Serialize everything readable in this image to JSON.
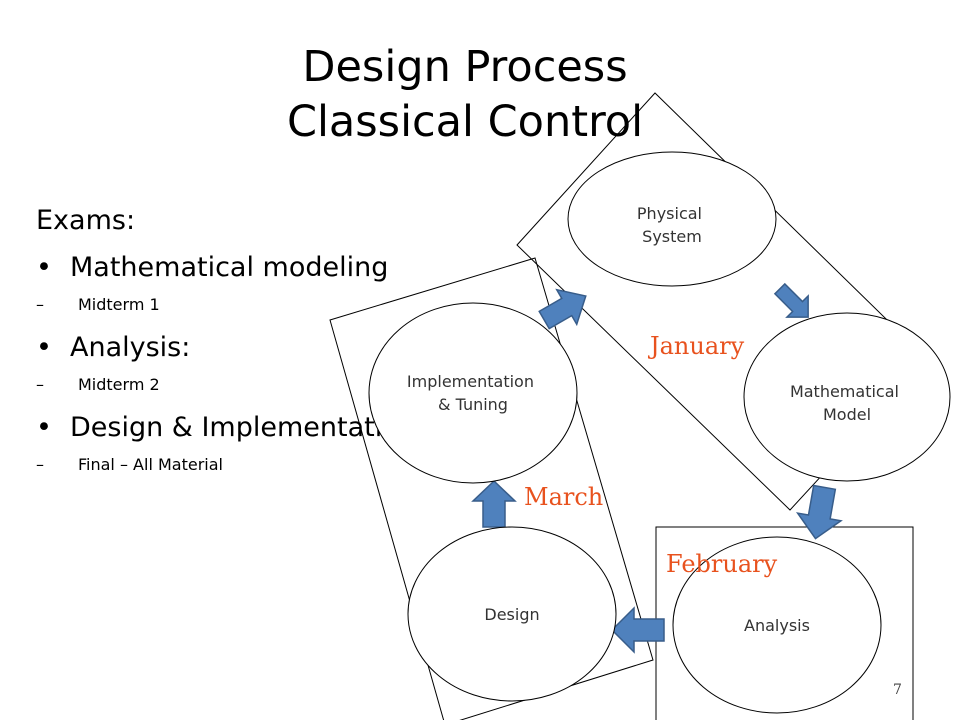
{
  "slide": {
    "title_line1": "Design Process",
    "title_line2": "Classical Control",
    "intro": "Exams:",
    "bullets": [
      {
        "text": "Mathematical modeling",
        "sub": "Midterm 1"
      },
      {
        "text": "Analysis:",
        "sub": "Midterm 2"
      },
      {
        "text": "Design & Implementation",
        "sub": "Final – All Material"
      }
    ],
    "page_number": "7"
  },
  "diagram": {
    "nodes": {
      "physical": [
        "Physical",
        "System"
      ],
      "model": [
        "Mathematical",
        "Model"
      ],
      "analysis": [
        "Analysis"
      ],
      "design": [
        "Design"
      ],
      "impl": [
        "Implementation",
        "& Tuning"
      ]
    },
    "months": {
      "january": "January",
      "february": "February",
      "march": "March"
    },
    "colors": {
      "arrow_fill": "#4f81bd",
      "arrow_stroke": "#385d8a",
      "month_text": "#e8521e"
    }
  }
}
